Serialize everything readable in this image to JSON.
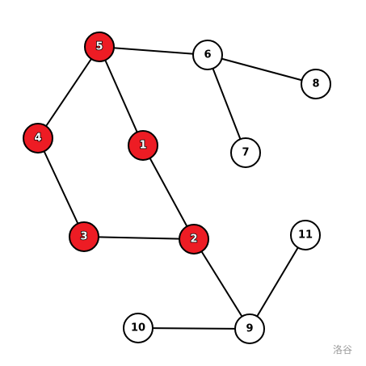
{
  "colors": {
    "highlight_fill": "#ed1c24",
    "normal_fill": "#ffffff",
    "stroke": "#000000",
    "label_on_highlight": "#ffffff",
    "label_normal": "#000000",
    "watermark": "#9a9a9a"
  },
  "graph": {
    "nodes": [
      {
        "id": "1",
        "label": "1",
        "highlighted": true
      },
      {
        "id": "2",
        "label": "2",
        "highlighted": true
      },
      {
        "id": "3",
        "label": "3",
        "highlighted": true
      },
      {
        "id": "4",
        "label": "4",
        "highlighted": true
      },
      {
        "id": "5",
        "label": "5",
        "highlighted": true
      },
      {
        "id": "6",
        "label": "6",
        "highlighted": false
      },
      {
        "id": "7",
        "label": "7",
        "highlighted": false
      },
      {
        "id": "8",
        "label": "8",
        "highlighted": false
      },
      {
        "id": "9",
        "label": "9",
        "highlighted": false
      },
      {
        "id": "10",
        "label": "10",
        "highlighted": false
      },
      {
        "id": "11",
        "label": "11",
        "highlighted": false
      }
    ],
    "edges": [
      {
        "from": "5",
        "to": "6"
      },
      {
        "from": "6",
        "to": "8"
      },
      {
        "from": "6",
        "to": "7"
      },
      {
        "from": "5",
        "to": "4"
      },
      {
        "from": "5",
        "to": "1"
      },
      {
        "from": "4",
        "to": "3"
      },
      {
        "from": "1",
        "to": "2"
      },
      {
        "from": "3",
        "to": "2"
      },
      {
        "from": "2",
        "to": "9"
      },
      {
        "from": "10",
        "to": "9"
      },
      {
        "from": "11",
        "to": "9"
      }
    ]
  },
  "watermark": "洛谷"
}
